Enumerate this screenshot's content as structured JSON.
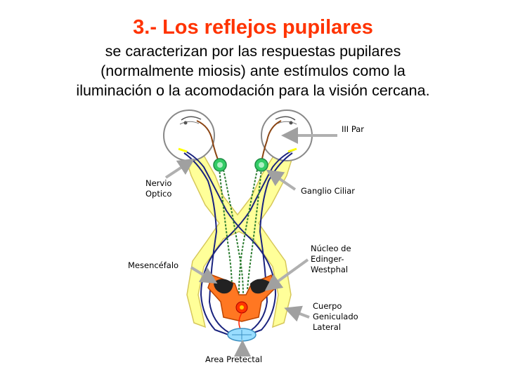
{
  "slide": {
    "title": "3.-  Los reflejos pupilares",
    "subtitle_lines": [
      "se caracterizan por las respuestas pupilares",
      "(normalmente miosis) ante estímulos como la",
      "iluminación o la acomodación para la visión cercana."
    ]
  },
  "diagram": {
    "labels": {
      "iii_par": "III Par",
      "nervio": "Nervio",
      "optico": "Optico",
      "ganglio_ciliar": "Ganglio Ciliar",
      "nucleo_de": "Núcleo de",
      "edinger": "Edinger-",
      "westphal": "Westphal",
      "mesencefalo": "Mesencéfalo",
      "cuerpo": "Cuerpo",
      "geniculado": "Geniculado",
      "lateral": "Lateral",
      "area_pretectal": "Area Pretectal"
    },
    "colors": {
      "title": "#ff3300",
      "optic_pathway": "#ffff99",
      "nerve_blue": "#1a237e",
      "nerve_green": "#2e7d32",
      "oculomotor_brown": "#8b4513",
      "ganglion": "#33cc66",
      "midbrain": "#ff7722",
      "pretectal": "#99ddff",
      "arrow": "#b0b0b0"
    }
  }
}
